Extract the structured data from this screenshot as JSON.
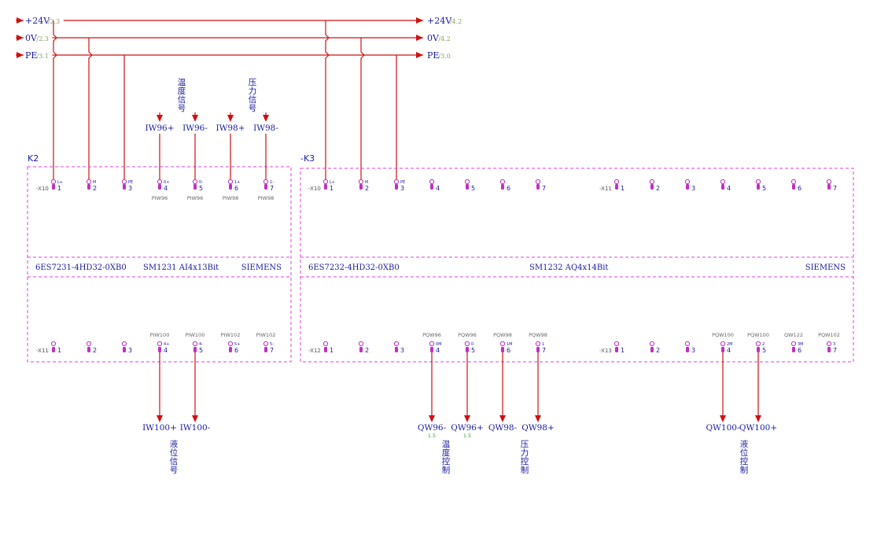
{
  "colors": {
    "wire": "#d01010",
    "box": "#e040e0",
    "pin": "#c030c0",
    "text": "#1a1aa0",
    "xref": "#40a040"
  },
  "buses": [
    {
      "id": "24v",
      "label": "+24V",
      "left_ref": "2.3",
      "right_ref": "4.2"
    },
    {
      "id": "0v",
      "label": "0V",
      "left_ref": "2.3",
      "right_ref": "4.2"
    },
    {
      "id": "pe",
      "label": "PE",
      "left_ref": "3.1",
      "right_ref": "3.0"
    }
  ],
  "modules": [
    {
      "id": "k2",
      "tag": "K2",
      "order_no": "6ES7231-4HD32-0XB0",
      "desc": "SM1231 AI4x13Bit",
      "maker": "SIEMENS",
      "top_strips": [
        {
          "name": "-X10",
          "pins": [
            {
              "n": "1",
              "l": "L+",
              "a": ""
            },
            {
              "n": "2",
              "l": "M",
              "a": ""
            },
            {
              "n": "3",
              "l": "PE",
              "a": ""
            },
            {
              "n": "4",
              "l": "0+",
              "a": "PIW96"
            },
            {
              "n": "5",
              "l": "0-",
              "a": "PIW96"
            },
            {
              "n": "6",
              "l": "1+",
              "a": "PIW98"
            },
            {
              "n": "7",
              "l": "1-",
              "a": "PIW98"
            }
          ]
        }
      ],
      "bottom_strips": [
        {
          "name": "-X11",
          "pins": [
            {
              "n": "1",
              "l": "",
              "a": ""
            },
            {
              "n": "2",
              "l": "",
              "a": ""
            },
            {
              "n": "3",
              "l": "",
              "a": ""
            },
            {
              "n": "4",
              "l": "4+",
              "a": "PIW100"
            },
            {
              "n": "5",
              "l": "4-",
              "a": "PIW100"
            },
            {
              "n": "6",
              "l": "5+",
              "a": "PIW102"
            },
            {
              "n": "7",
              "l": "5-",
              "a": "PIW102"
            }
          ]
        }
      ]
    },
    {
      "id": "k3",
      "tag": "-K3",
      "order_no": "6ES7232-4HD32-0XB0",
      "desc": "SM1232 AQ4x14Bit",
      "maker": "SIEMENS",
      "top_strips": [
        {
          "name": "-X10",
          "pins": [
            {
              "n": "1",
              "l": "L+",
              "a": ""
            },
            {
              "n": "2",
              "l": "M",
              "a": ""
            },
            {
              "n": "3",
              "l": "PE",
              "a": ""
            },
            {
              "n": "4",
              "l": "",
              "a": ""
            },
            {
              "n": "5",
              "l": "",
              "a": ""
            },
            {
              "n": "6",
              "l": "",
              "a": ""
            },
            {
              "n": "7",
              "l": "",
              "a": ""
            }
          ]
        },
        {
          "name": "-X11",
          "pins": [
            {
              "n": "1",
              "l": "",
              "a": ""
            },
            {
              "n": "2",
              "l": "",
              "a": ""
            },
            {
              "n": "3",
              "l": "",
              "a": ""
            },
            {
              "n": "4",
              "l": "",
              "a": ""
            },
            {
              "n": "5",
              "l": "",
              "a": ""
            },
            {
              "n": "6",
              "l": "",
              "a": ""
            },
            {
              "n": "7",
              "l": "",
              "a": ""
            }
          ]
        }
      ],
      "bottom_strips": [
        {
          "name": "-X12",
          "pins": [
            {
              "n": "1",
              "l": "",
              "a": ""
            },
            {
              "n": "2",
              "l": "",
              "a": ""
            },
            {
              "n": "3",
              "l": "",
              "a": ""
            },
            {
              "n": "4",
              "l": "0M",
              "a": "PQW96"
            },
            {
              "n": "5",
              "l": "0",
              "a": "PQW96"
            },
            {
              "n": "6",
              "l": "1M",
              "a": "PQW98"
            },
            {
              "n": "7",
              "l": "1",
              "a": "PQW98"
            }
          ]
        },
        {
          "name": "-X13",
          "pins": [
            {
              "n": "1",
              "l": "",
              "a": ""
            },
            {
              "n": "2",
              "l": "",
              "a": ""
            },
            {
              "n": "3",
              "l": "",
              "a": ""
            },
            {
              "n": "4",
              "l": "2M",
              "a": "PQW100"
            },
            {
              "n": "5",
              "l": "2",
              "a": "PQW100"
            },
            {
              "n": "6",
              "l": "3M",
              "a": "QW122"
            },
            {
              "n": "7",
              "l": "3",
              "a": "PQW102"
            }
          ]
        }
      ]
    }
  ],
  "inputs": [
    {
      "label": "IW96+",
      "pin": "k2-top-0-4"
    },
    {
      "label": "IW96-",
      "pin": "k2-top-0-5"
    },
    {
      "label": "IW98+",
      "pin": "k2-top-0-6"
    },
    {
      "label": "IW98-",
      "pin": "k2-top-0-7"
    }
  ],
  "outputs": [
    {
      "label": "IW100+",
      "pin": "k2-bot-0-4",
      "xref": ""
    },
    {
      "label": "IW100-",
      "pin": "k2-bot-0-5",
      "xref": ""
    },
    {
      "label": "QW96-",
      "pin": "k3-bot-0-4",
      "xref": "1.5"
    },
    {
      "label": "QW96+",
      "pin": "k3-bot-0-5",
      "xref": "1.5"
    },
    {
      "label": "QW98-",
      "pin": "k3-bot-0-6",
      "xref": ""
    },
    {
      "label": "QW98+",
      "pin": "k3-bot-0-7",
      "xref": ""
    },
    {
      "label": "QW100-",
      "pin": "k3-bot-1-4",
      "xref": ""
    },
    {
      "label": "QW100+",
      "pin": "k3-bot-1-5",
      "xref": ""
    }
  ],
  "notes": [
    {
      "text": "温度信号"
    },
    {
      "text": "压力信号"
    },
    {
      "text": "液位信号"
    },
    {
      "text": "温度控制"
    },
    {
      "text": "压力控制"
    },
    {
      "text": "液位控制"
    }
  ]
}
